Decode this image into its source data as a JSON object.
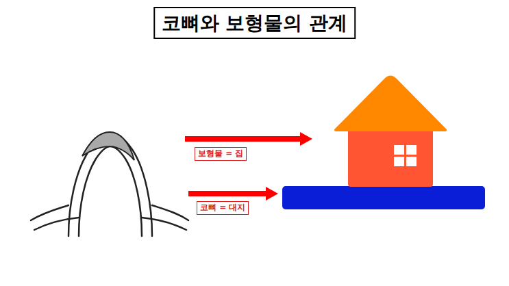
{
  "diagram": {
    "title": "코뼈와 보형물의 관계",
    "nodes": [
      {
        "text": [
          "보형물 = 집"
        ]
      },
      {
        "text": [
          "코뼈 = 대지"
        ]
      }
    ]
  }
}
